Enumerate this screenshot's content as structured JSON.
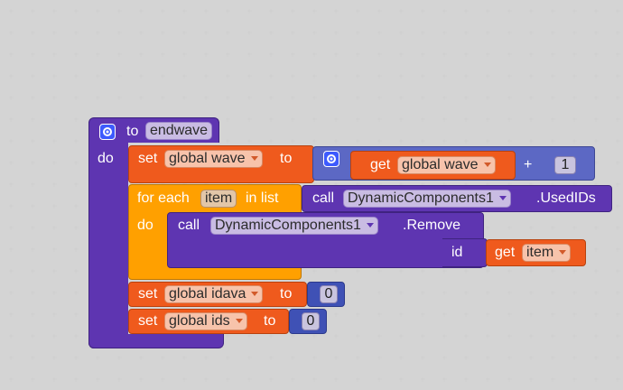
{
  "procedure": {
    "keyword_to": "to",
    "name": "endwave",
    "keyword_do": "do"
  },
  "set_wave": {
    "keyword_set": "set",
    "variable": "global wave",
    "keyword_to": "to"
  },
  "wave_math": {
    "get_keyword": "get",
    "get_variable": "global wave",
    "operator": "+",
    "operand": "1"
  },
  "for_each": {
    "keyword_for": "for each",
    "var_name": "item",
    "keyword_in": "in list",
    "keyword_do": "do"
  },
  "call_used_ids": {
    "keyword_call": "call",
    "component": "DynamicComponents1",
    "method": ".UsedIDs"
  },
  "call_remove": {
    "keyword_call": "call",
    "component": "DynamicComponents1",
    "method": ".Remove",
    "param_label": "id",
    "get_keyword": "get",
    "get_variable": "item"
  },
  "set_idava": {
    "keyword_set": "set",
    "variable": "global idava",
    "keyword_to": "to",
    "value": "0"
  },
  "set_ids": {
    "keyword_set": "set",
    "variable": "global ids",
    "keyword_to": "to",
    "value": "0"
  },
  "colors": {
    "procedure": "#5e35b1",
    "variable": "#ef5a1d",
    "control": "#ffa000",
    "gear": "#3d5afe"
  }
}
